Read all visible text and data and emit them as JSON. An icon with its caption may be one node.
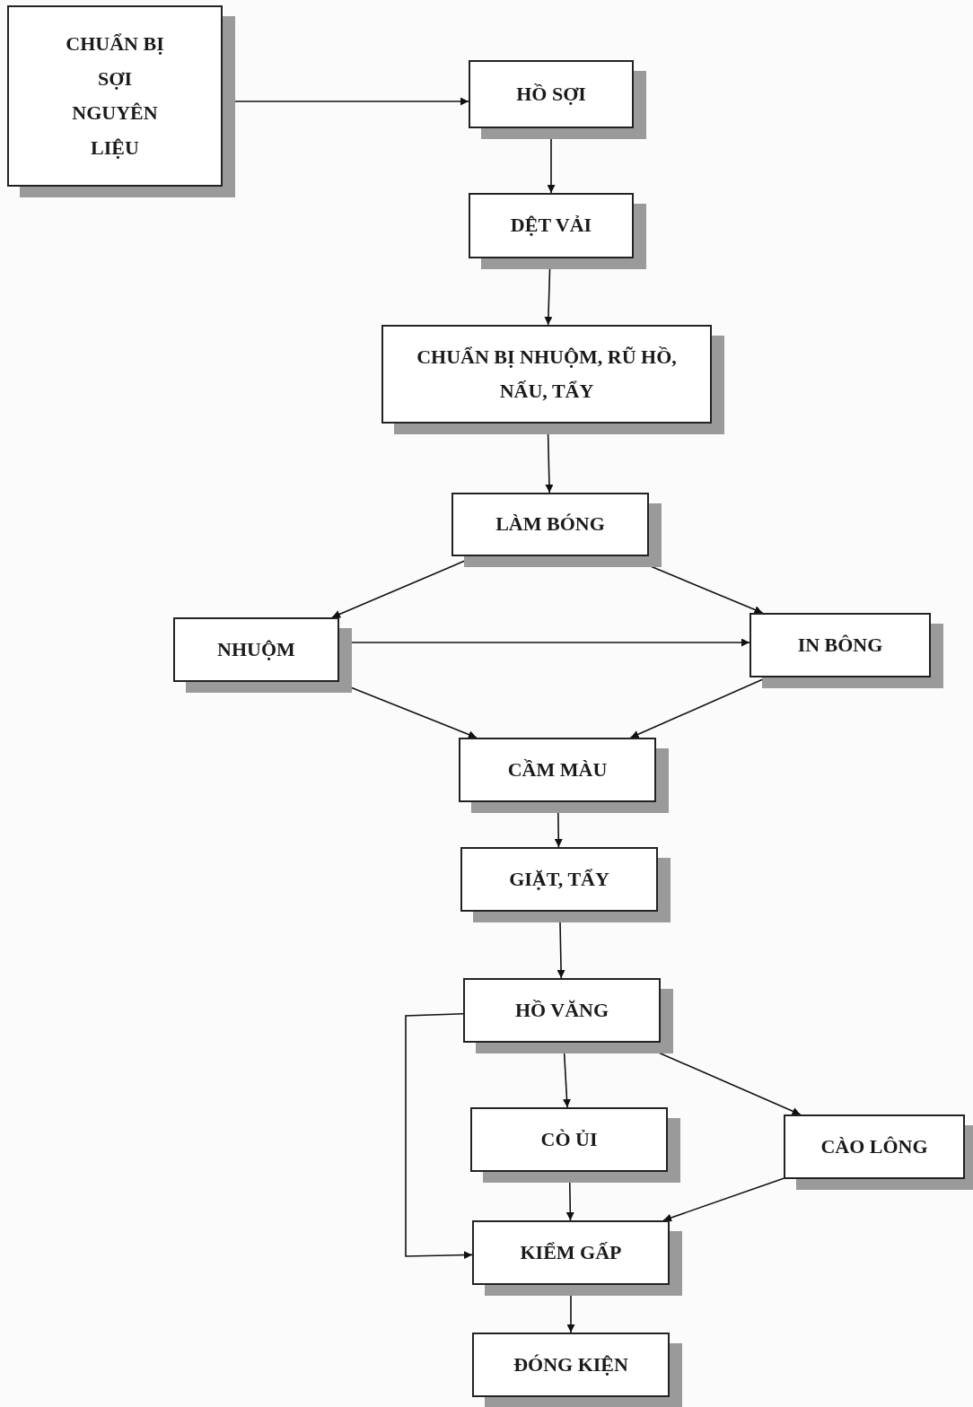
{
  "diagram": {
    "nodes": [
      {
        "text": [
          "CHUẨN BỊ SỢI NGUYÊN LIỆU"
        ]
      },
      {
        "text": [
          "HỒ SỢI"
        ]
      },
      {
        "text": [
          "DỆT VẢI"
        ]
      },
      {
        "text": [
          "CHUẨN BỊ NHUỘM, RŨ HỒ, NẤU, TẨY"
        ]
      },
      {
        "text": [
          "LÀM BÓNG"
        ]
      },
      {
        "text": [
          "NHUỘM"
        ]
      },
      {
        "text": [
          "IN BÔNG"
        ]
      },
      {
        "text": [
          "CẦM MÀU"
        ]
      },
      {
        "text": [
          "GIẶT, TẨY"
        ]
      },
      {
        "text": [
          "HỒ VĂNG"
        ]
      },
      {
        "text": [
          "CÀO LÔNG"
        ]
      },
      {
        "text": [
          "CÒ ỦI"
        ]
      },
      {
        "text": [
          "KIỂM GẤP"
        ]
      },
      {
        "text": [
          "ĐÓNG KIỆN"
        ]
      }
    ],
    "edges": [
      {
        "from": 0,
        "to": 1,
        "arrow": "to"
      },
      {
        "from": 1,
        "to": 2,
        "arrow": "to"
      },
      {
        "from": 2,
        "to": 3,
        "arrow": "to"
      },
      {
        "from": 3,
        "to": 4,
        "arrow": "to"
      },
      {
        "from": 4,
        "to": 5,
        "arrow": "to"
      },
      {
        "from": 4,
        "to": 6,
        "arrow": "to"
      },
      {
        "from": 5,
        "to": 6,
        "arrow": "to"
      },
      {
        "from": 5,
        "to": 7,
        "arrow": "to"
      },
      {
        "from": 6,
        "to": 7,
        "arrow": "to"
      },
      {
        "from": 7,
        "to": 8,
        "arrow": "to"
      },
      {
        "from": 8,
        "to": 9,
        "arrow": "to"
      },
      {
        "from": 9,
        "to": 11,
        "arrow": "to"
      },
      {
        "from": 9,
        "to": 10,
        "arrow": "to"
      },
      {
        "from": 9,
        "to": 12,
        "arrow": "to"
      },
      {
        "from": 11,
        "to": 12,
        "arrow": "to"
      },
      {
        "from": 10,
        "to": 12,
        "arrow": "to"
      },
      {
        "from": 12,
        "to": 13,
        "arrow": "to"
      }
    ]
  }
}
